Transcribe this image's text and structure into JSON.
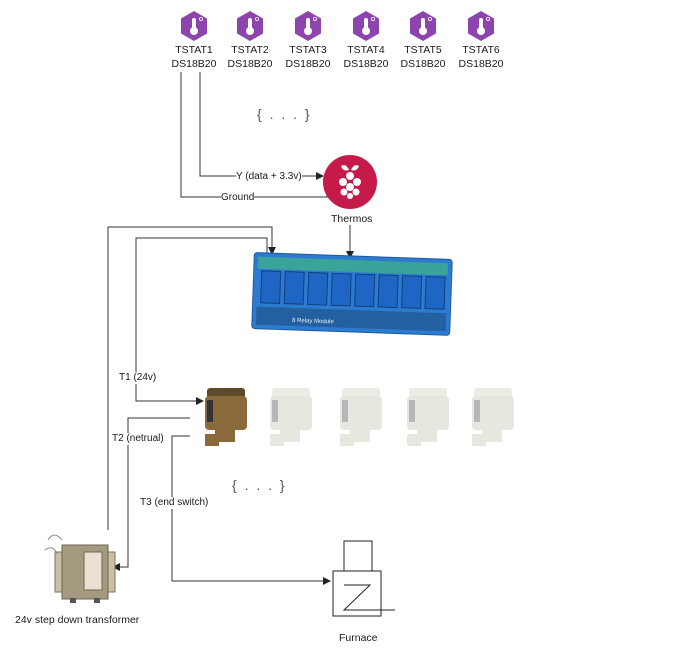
{
  "thermostats": [
    {
      "name": "TSTAT1",
      "sensor": "DS18B20"
    },
    {
      "name": "TSTAT2",
      "sensor": "DS18B20"
    },
    {
      "name": "TSTAT3",
      "sensor": "DS18B20"
    },
    {
      "name": "TSTAT4",
      "sensor": "DS18B20"
    },
    {
      "name": "TSTAT5",
      "sensor": "DS18B20"
    },
    {
      "name": "TSTAT6",
      "sensor": "DS18B20"
    }
  ],
  "ellipsis_top": "{ . . . }",
  "ellipsis_valves": "{ . . . }",
  "wires": {
    "data": "Y (data + 3.3v)",
    "ground": "Ground",
    "t1": "T1 (24v)",
    "t2": "T2 (netrual)",
    "t3": "T3 (end switch)"
  },
  "controller": {
    "label": "Thermos"
  },
  "relay_board": {
    "caption": "8 Relay Module"
  },
  "transformer": {
    "label": "24v step down transformer"
  },
  "furnace": {
    "label": "Furnace"
  },
  "colors": {
    "hex": "#8e44ad",
    "pi": "#c51a4a",
    "relay": "#2d7bd0",
    "valve_brass": "#8a6a3a"
  }
}
